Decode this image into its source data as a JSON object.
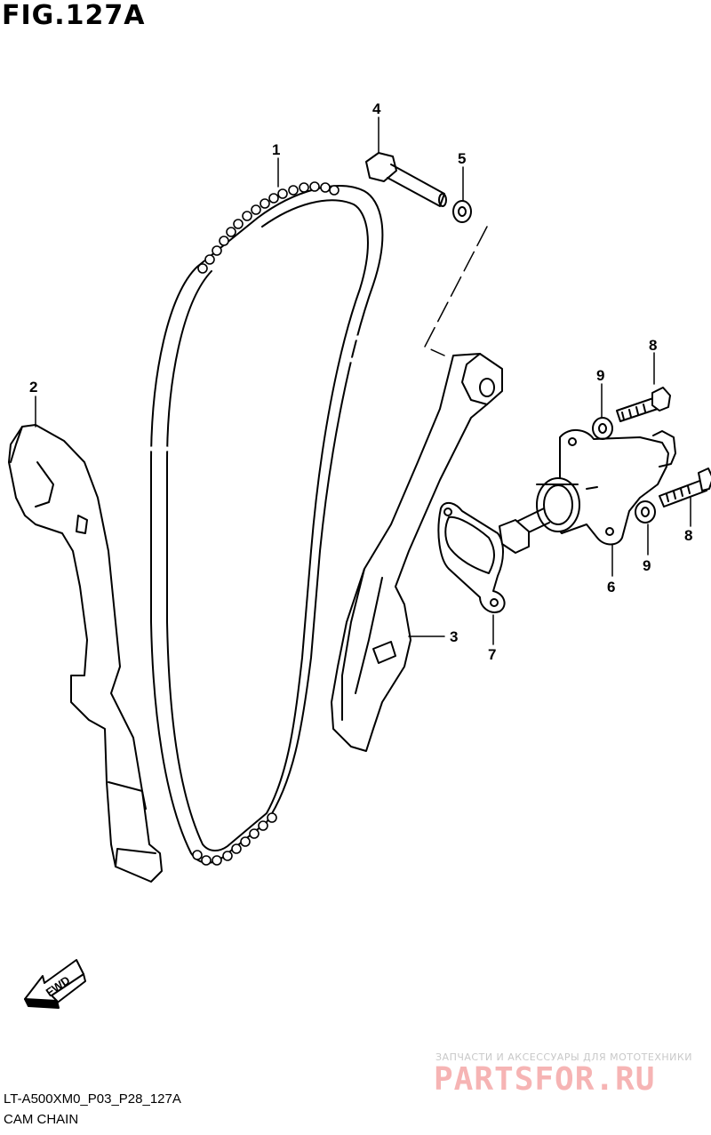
{
  "figure": {
    "title": "FIG.127A",
    "code": "LT-A500XM0_P03_P28_127A",
    "name": "CAM CHAIN"
  },
  "callouts": {
    "c1": "1",
    "c2": "2",
    "c3": "3",
    "c4": "4",
    "c5": "5",
    "c6": "6",
    "c7": "7",
    "c8a": "8",
    "c8b": "8",
    "c9a": "9",
    "c9b": "9"
  },
  "fwd_label": "FWD",
  "watermark": {
    "text": "ЗАПЧАСТИ И АКСЕССУАРЫ ДЛЯ МОТОТЕХНИКИ",
    "logo": "PARTSFOR.RU"
  },
  "colors": {
    "line": "#000000",
    "watermark_logo": "#f5a8a8",
    "watermark_text": "#c8c8c8"
  }
}
